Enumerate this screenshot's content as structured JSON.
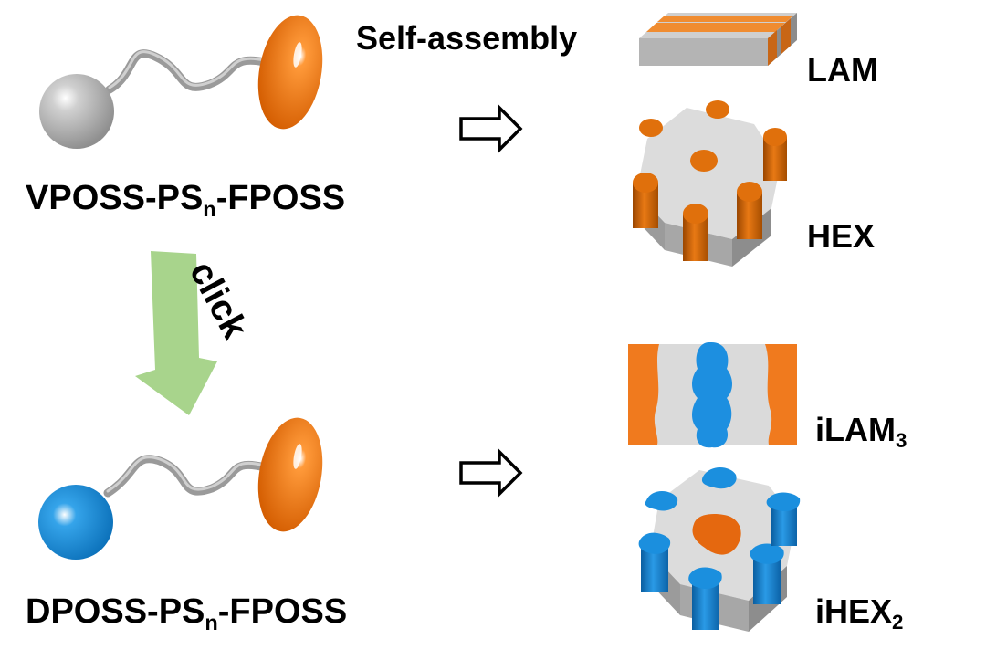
{
  "labels": {
    "self_assembly": "Self-assembly",
    "click": "click",
    "lam": "LAM",
    "hex": "HEX",
    "ilam": "iLAM",
    "ilam_sub": "3",
    "ihex": "iHEX",
    "ihex_sub": "2"
  },
  "molecules": {
    "top": {
      "prefix": "VPOSS-PS",
      "sub": "n",
      "suffix": "-FPOSS"
    },
    "bottom": {
      "prefix": "DPOSS-PS",
      "sub": "n",
      "suffix": "-FPOSS"
    }
  },
  "colors": {
    "orange": "#f07a10",
    "blue": "#1b8fde",
    "gray": "#b9b9b9",
    "green_arrow": "#a8d48c"
  }
}
